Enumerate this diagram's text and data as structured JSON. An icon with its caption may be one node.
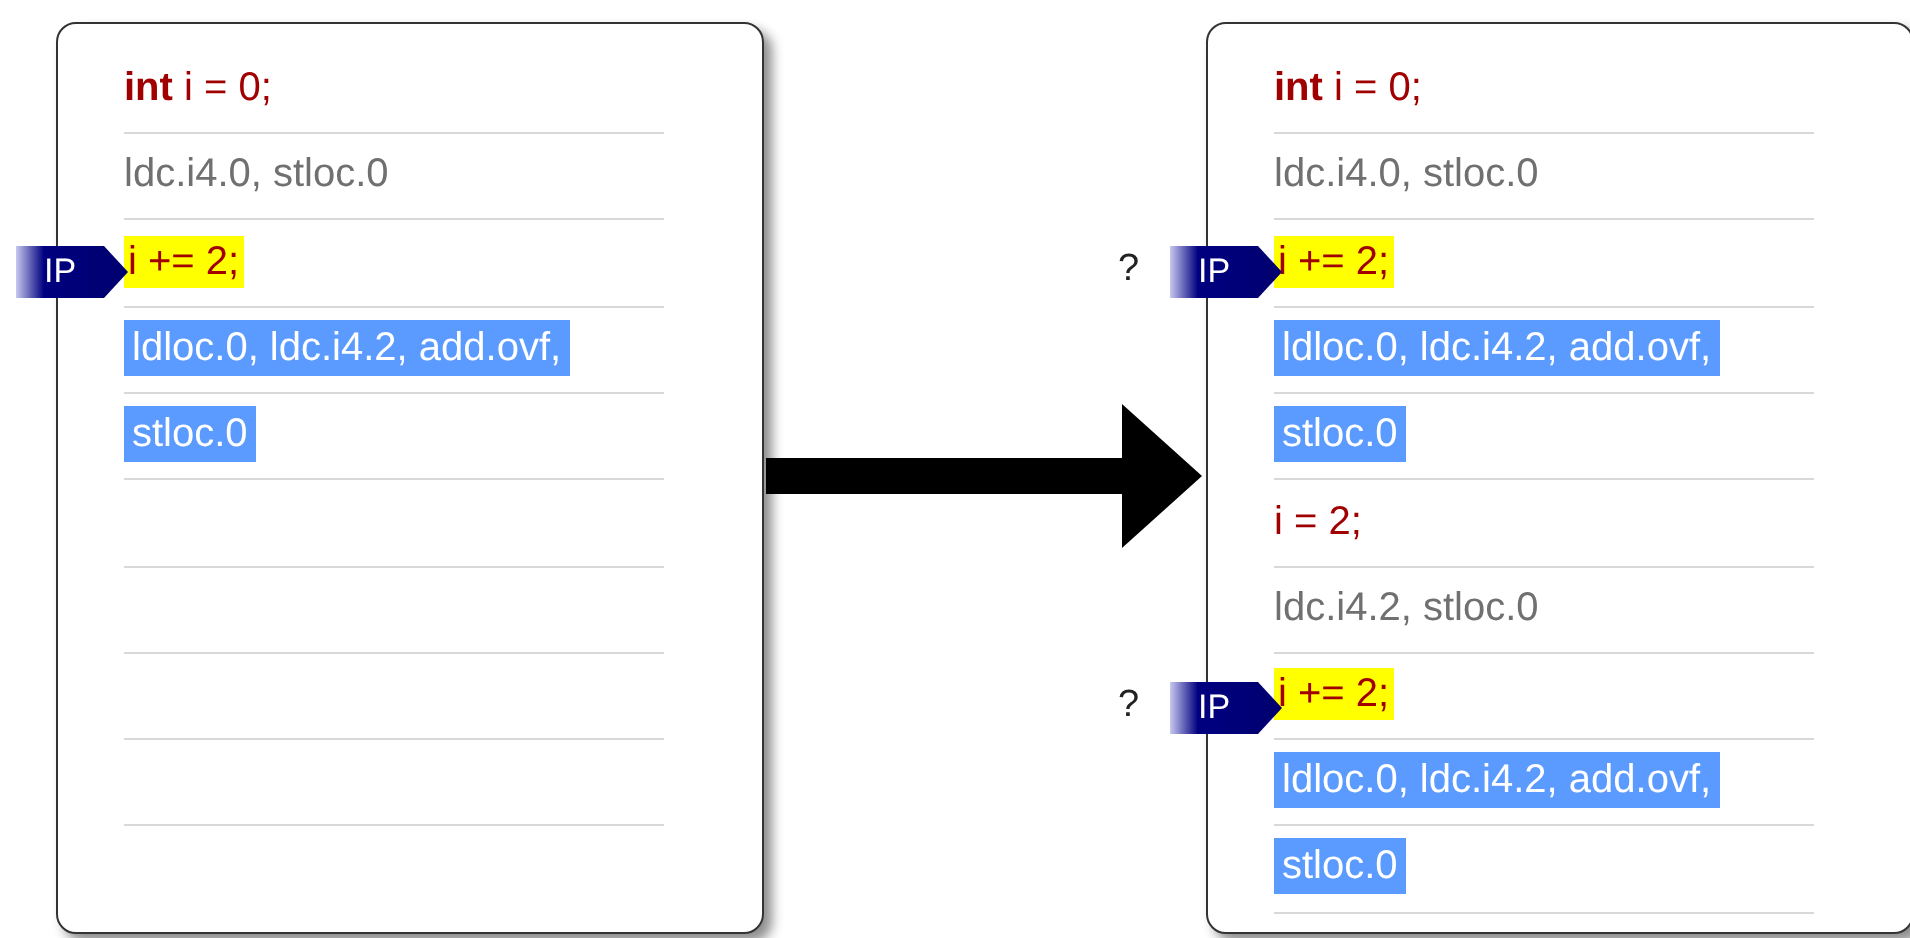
{
  "diagram": {
    "nodes": [
      {
        "text": [],
        "shape": "box"
      },
      {
        "text": [
          "**int** i = 0;"
        ],
        "in": 0
      },
      {
        "text": [
          "ldc.i4.0, stloc.0"
        ],
        "in": 0
      },
      {
        "text": [
          "IP"
        ]
      },
      {
        "text": [
          "i += 2;"
        ],
        "in": 0
      },
      {
        "text": [
          "ldloc.0, ldc.i4.2, add.ovf, stloc.0"
        ],
        "in": 0
      },
      {
        "text": [],
        "shape": "box"
      },
      {
        "text": [
          "**int** i = 0;"
        ],
        "in": 6
      },
      {
        "text": [
          "ldc.i4.0, stloc.0"
        ],
        "in": 6
      },
      {
        "text": [
          "IP"
        ],
        "beside": [
          "?"
        ]
      },
      {
        "text": [
          "i += 2;"
        ],
        "in": 6
      },
      {
        "text": [
          "ldloc.0, ldc.i4.2, add.ovf, stloc.0"
        ],
        "in": 6
      },
      {
        "text": [
          "i = 2;"
        ],
        "in": 6
      },
      {
        "text": [
          "ldc.i4.2, stloc.0"
        ],
        "in": 6
      },
      {
        "text": [
          "IP"
        ],
        "beside": [
          "?"
        ]
      },
      {
        "text": [
          "i += 2;"
        ],
        "in": 6
      },
      {
        "text": [
          "ldloc.0, ldc.i4.2, add.ovf, stloc.0"
        ],
        "in": 6
      }
    ],
    "edges": [
      {
        "from": 0,
        "to": 6,
        "arrow": "to"
      }
    ]
  }
}
